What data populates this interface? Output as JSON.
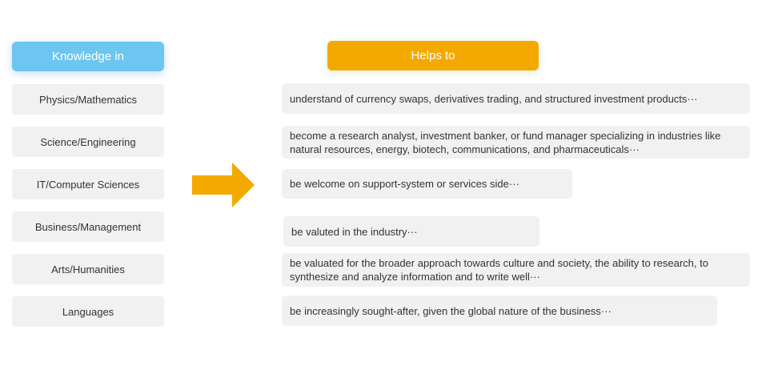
{
  "headers": {
    "knowledge": "Knowledge in",
    "helps": "Helps to"
  },
  "colors": {
    "blue": "#6cc6ef",
    "orange": "#f4a900",
    "box": "#f1f1f1"
  },
  "rows": [
    {
      "knowledge": "Physics/Mathematics",
      "helps": "understand of currency swaps, derivatives trading, and structured investment products···"
    },
    {
      "knowledge": "Science/Engineering",
      "helps": "become a research analyst, investment banker, or fund manager specializing in industries like natural resources, energy, biotech, communications, and pharmaceuticals···"
    },
    {
      "knowledge": "IT/Computer Sciences",
      "helps": "be welcome on support-system or services side···"
    },
    {
      "knowledge": "Business/Management",
      "helps": "be valuted in the industry···"
    },
    {
      "knowledge": "Arts/Humanities",
      "helps": "be valuated for the broader approach towards culture and society, the ability to research, to synthesize and analyze information and to write well···"
    },
    {
      "knowledge": "Languages",
      "helps": "be increasingly sought-after, given the global nature of the business···"
    }
  ]
}
